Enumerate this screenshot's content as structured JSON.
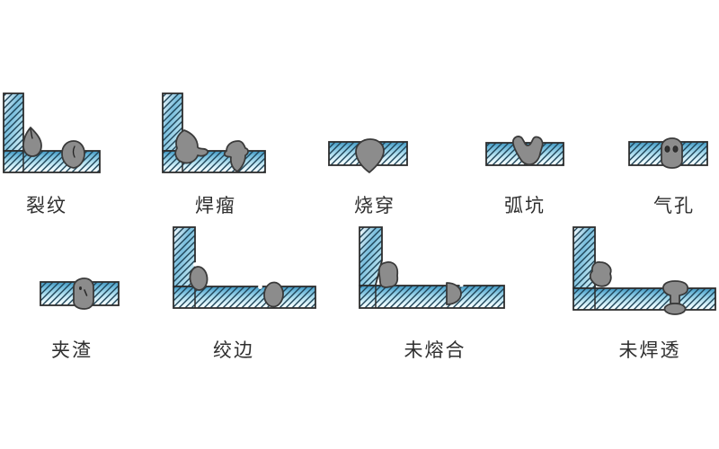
{
  "page": {
    "background": "#ffffff"
  },
  "colors": {
    "plate_blue_dark": "#3e93bc",
    "plate_blue_light": "#e9f8fd",
    "hatch_line": "#1d4357",
    "weld_gray": "#8c8c8c",
    "outline": "#2e2e2e",
    "label_text": "#2f2f2f"
  },
  "panels": [
    {
      "label": "裂纹",
      "icon": "tjoint-crack-diagram"
    },
    {
      "label": "焊瘤",
      "icon": "tjoint-overlap-diagram"
    },
    {
      "label": "烧穿",
      "icon": "burn-through-diagram"
    },
    {
      "label": "弧坑",
      "icon": "arc-crater-diagram"
    },
    {
      "label": "气孔",
      "icon": "porosity-diagram"
    },
    {
      "label": "夹渣",
      "icon": "slag-inclusion-diagram"
    },
    {
      "label": "绞边",
      "icon": "undercut-diagram"
    },
    {
      "label": "未熔合",
      "icon": "lack-of-fusion-diagram"
    },
    {
      "label": "未焊透",
      "icon": "incomplete-penetration-diagram"
    }
  ]
}
